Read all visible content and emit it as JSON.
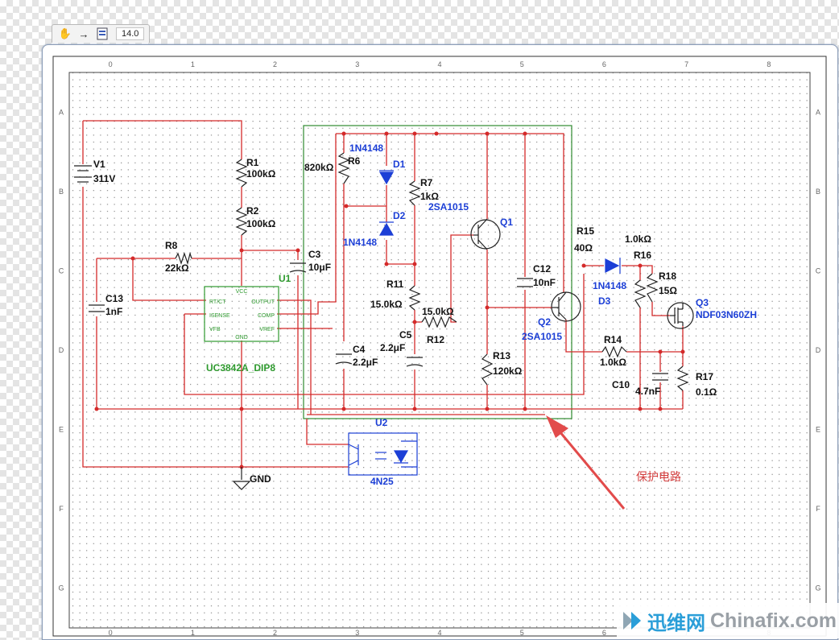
{
  "toolbar": {
    "hand_icon": "hand-icon",
    "arrow_icon": "arrow-right-icon",
    "sheet_icon": "sheet-icon",
    "arrow_glyph": "→",
    "hand_glyph": "✋",
    "zoom_value": "14.0"
  },
  "grid": {
    "columns": [
      "0",
      "1",
      "2",
      "3",
      "4",
      "5",
      "6",
      "7",
      "8"
    ],
    "rows": [
      "A",
      "B",
      "C",
      "D",
      "E",
      "F",
      "G"
    ]
  },
  "components": {
    "v1": {
      "ref": "V1",
      "value": "311V"
    },
    "r1": {
      "ref": "R1",
      "value": "100kΩ"
    },
    "r2": {
      "ref": "R2",
      "value": "100kΩ"
    },
    "r8": {
      "ref": "R8",
      "value": "22kΩ"
    },
    "c13": {
      "ref": "C13",
      "value": "1nF"
    },
    "c3": {
      "ref": "C3",
      "value": "10μF"
    },
    "u1": {
      "ref": "U1",
      "value": "UC3842A_DIP8",
      "pins": [
        "VCC",
        "RT/CT",
        "OUTPUT",
        "ISENSE",
        "COMP",
        "VFB",
        "VREF",
        "GND"
      ]
    },
    "r6": {
      "ref": "R6",
      "value": "820kΩ"
    },
    "d1": {
      "ref": "D1",
      "value": "1N4148"
    },
    "d2": {
      "ref": "D2",
      "value": "1N4148"
    },
    "r7": {
      "ref": "R7",
      "value": "1kΩ"
    },
    "q1": {
      "ref": "Q1",
      "value": "2SA1015"
    },
    "r11": {
      "ref": "R11",
      "value": "15.0kΩ"
    },
    "r12": {
      "ref": "R12",
      "value": "15.0kΩ"
    },
    "c5": {
      "ref": "C5",
      "value": "2.2μF"
    },
    "c4": {
      "ref": "C4",
      "value": "2.2μF"
    },
    "c12": {
      "ref": "C12",
      "value": "10nF"
    },
    "q2": {
      "ref": "Q2",
      "value": "2SA1015"
    },
    "r13": {
      "ref": "R13",
      "value": "120kΩ"
    },
    "r15": {
      "ref": "R15",
      "value": "40Ω"
    },
    "d3": {
      "ref": "D3",
      "value": "1N4148"
    },
    "r16": {
      "ref": "R16",
      "value": "1.0kΩ"
    },
    "r18": {
      "ref": "R18",
      "value": "15Ω"
    },
    "q3": {
      "ref": "Q3",
      "value": "NDF03N60ZH"
    },
    "r14": {
      "ref": "R14",
      "value": "1.0kΩ"
    },
    "c10": {
      "ref": "C10",
      "value": "4.7nF"
    },
    "r17": {
      "ref": "R17",
      "value": "0.1Ω"
    },
    "u2": {
      "ref": "U2",
      "value": "4N25"
    },
    "gnd": {
      "value": "GND"
    }
  },
  "annotation": {
    "text": "保护电路",
    "color": "#d23b3b"
  },
  "colors": {
    "wire": "#d42a2a",
    "label_blue": "#1c3fd6",
    "u1_green": "#2f9a2f",
    "box_green": "#2f8a2f",
    "arrow": "#e24b4b"
  },
  "watermark": {
    "cn": "迅维网",
    "en": "Chinafix.com"
  }
}
